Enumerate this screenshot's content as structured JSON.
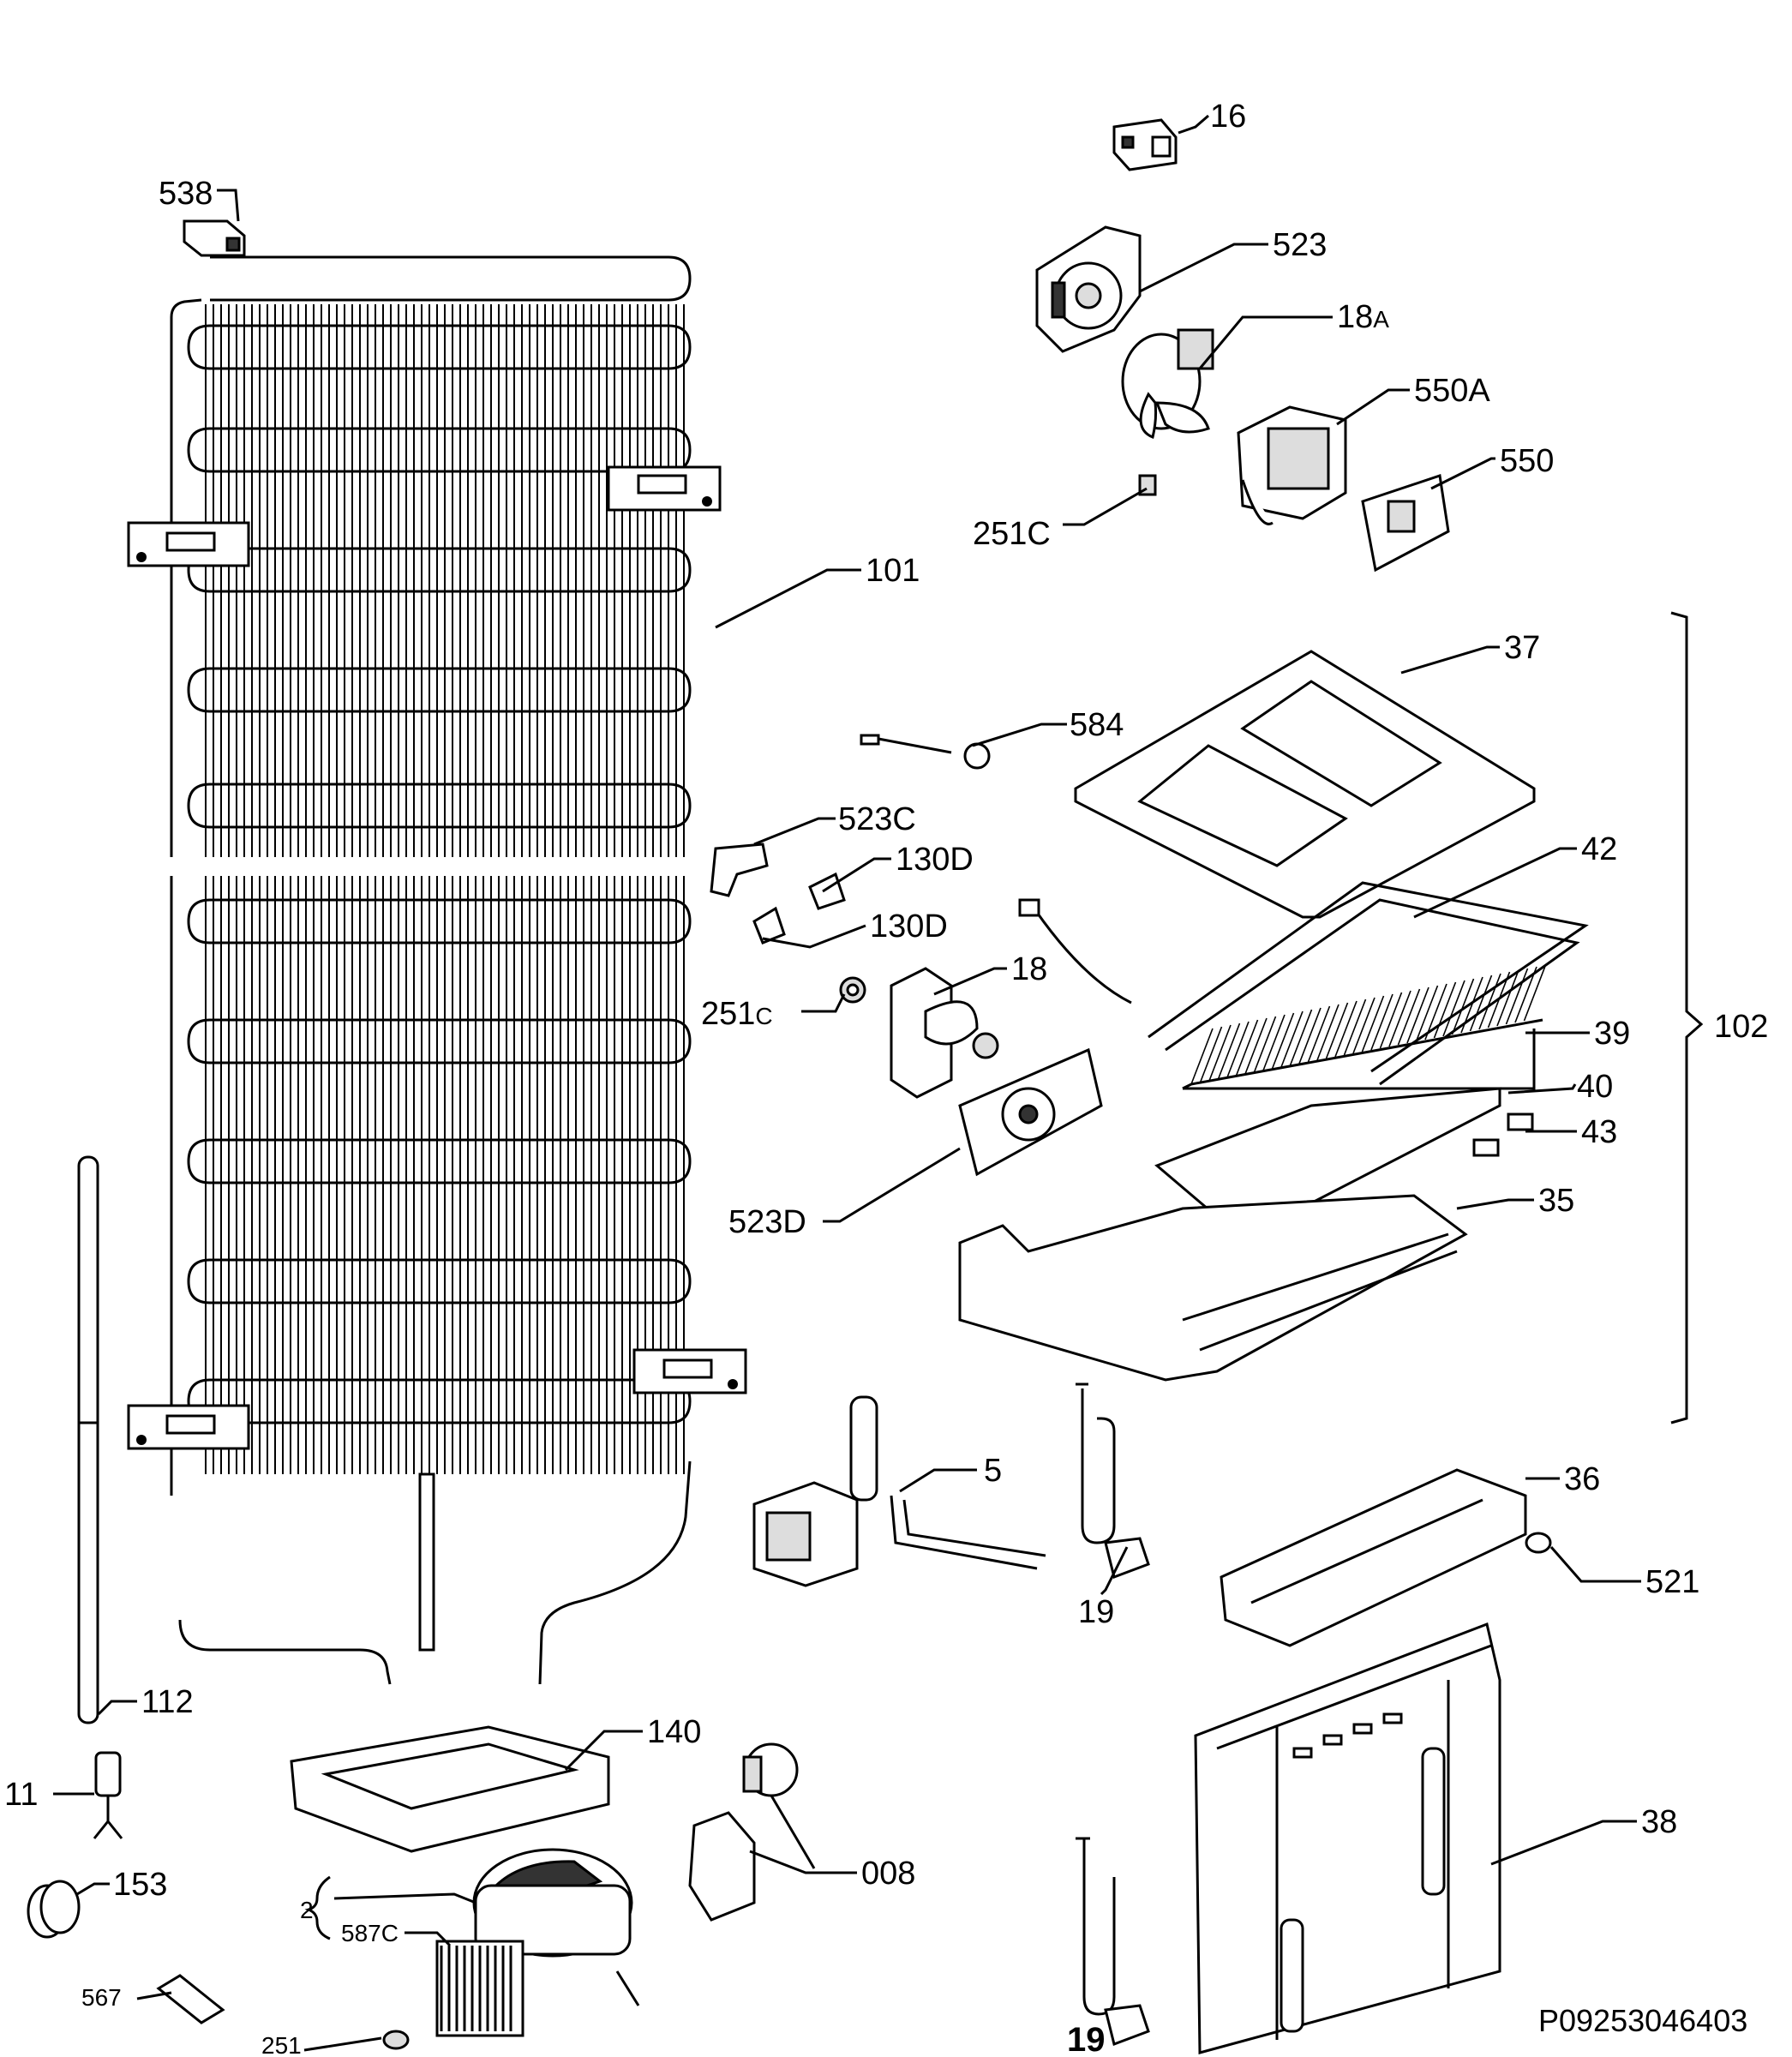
{
  "reference_code": "P09253046403",
  "labels": {
    "l16": "16",
    "l523": "523",
    "l18A_num": "18",
    "l18A_suf": "A",
    "l550A": "550A",
    "l550": "550",
    "l251C_top": "251C",
    "l538": "538",
    "l101": "101",
    "l37": "37",
    "l584": "584",
    "l523C": "523C",
    "l130D_a": "130D",
    "l130D_b": "130D",
    "l42": "42",
    "l18": "18",
    "l251c_num": "251",
    "l251c_suf": "C",
    "l39": "39",
    "l102": "102",
    "l40": "40",
    "l43": "43",
    "l35": "35",
    "l523D": "523D",
    "l5": "5",
    "l36": "36",
    "l19_top": "19",
    "l521": "521",
    "l112": "112",
    "l140": "140",
    "l11": "11",
    "l153": "153",
    "l008": "008",
    "l38": "38",
    "l2": "2",
    "l587C": "587C",
    "l567": "567",
    "l251": "251",
    "l19_bottom": "19"
  },
  "icons": [
    "condenser-coil-icon",
    "compressor-icon",
    "fan-motor-icon",
    "evaporator-icon",
    "heater-cable-icon",
    "relay-icon",
    "filter-drier-icon"
  ]
}
